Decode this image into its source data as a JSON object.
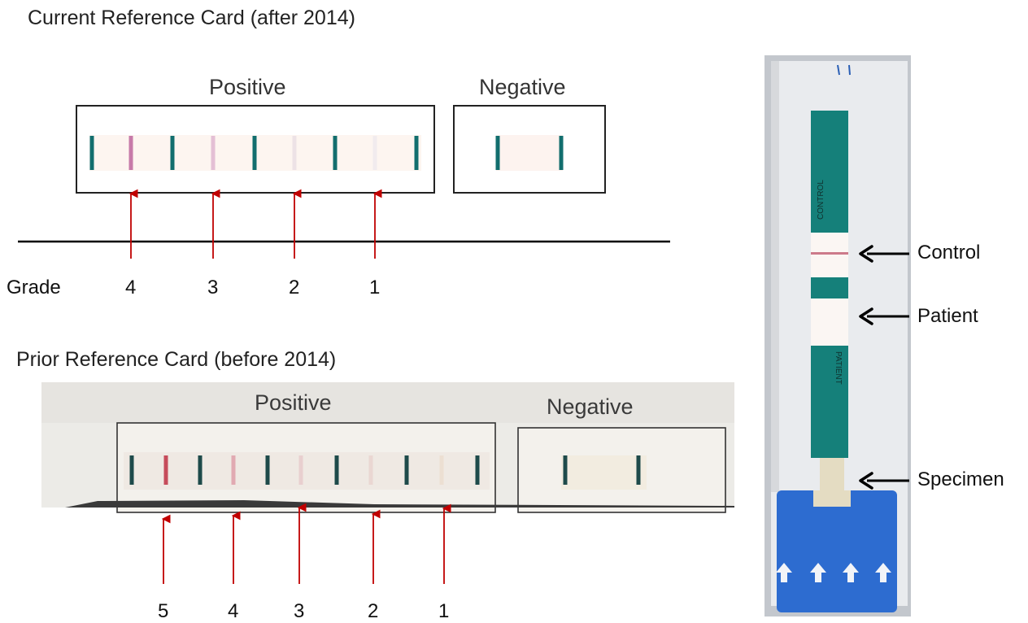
{
  "current_card": {
    "title": "Current Reference Card (after 2014)",
    "positive_label": "Positive",
    "negative_label": "Negative",
    "grade_label": "Grade",
    "grades": [
      "4",
      "3",
      "2",
      "1"
    ],
    "band_colors": [
      "#c77aa9",
      "#e4bfd5",
      "#ede2e6",
      "#f1ebee"
    ],
    "control_line_color": "#126e6e"
  },
  "prior_card": {
    "title": "Prior Reference Card (before 2014)",
    "positive_label": "Positive",
    "negative_label": "Negative",
    "grades": [
      "5",
      "4",
      "3",
      "2",
      "1"
    ],
    "band_colors": [
      "#c64c5b",
      "#e1aab2",
      "#e8cfcf",
      "#ead7d2",
      "#ecdfd2"
    ],
    "control_line_color": "#1e4a4a"
  },
  "test_strip": {
    "callouts": [
      "Control",
      "Patient",
      "Specimen"
    ],
    "strip_text_top": "CONTROL",
    "strip_text_bottom": "PATIENT"
  },
  "arrow_color": "#c00000",
  "callout_arrow_color": "#000000"
}
